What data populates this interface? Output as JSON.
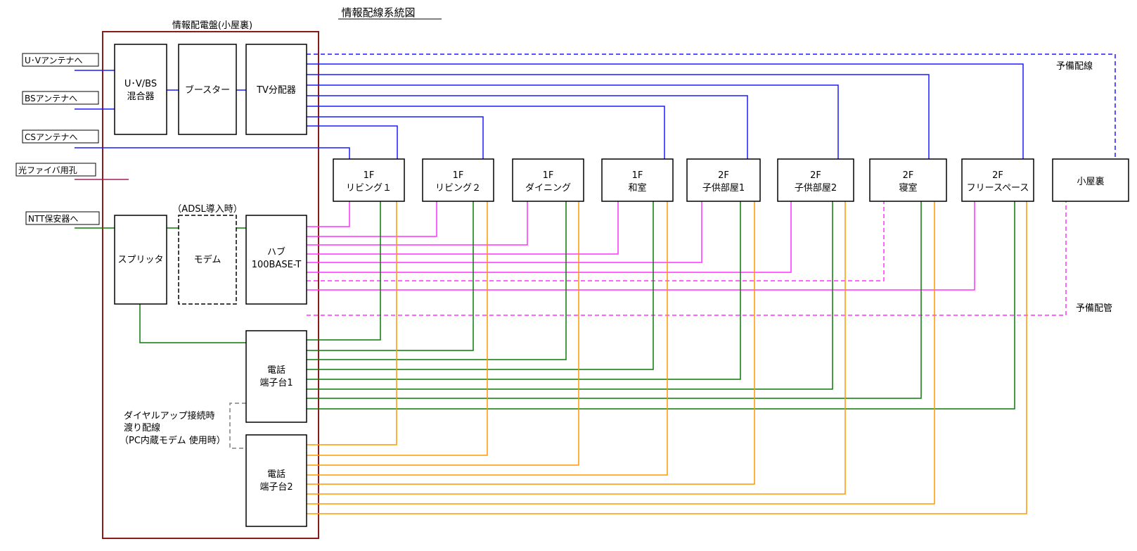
{
  "title": "情報配線系統図",
  "panel_title": "情報配電盤(小屋裏)",
  "colors": {
    "tv": "#1a1aff",
    "lan": "#ff33ff",
    "phone1": "#0a7a0a",
    "phone2": "#ff9900",
    "panel": "#8b1a1a",
    "dash_gray": "#808080"
  },
  "external_labels": {
    "uv_antenna": "U･Vアンテナへ",
    "bs_antenna": "BSアンテナへ",
    "cs_antenna": "CSアンテナへ",
    "fiber_hole": "光ファイバ用孔",
    "ntt": "NTT保安器へ"
  },
  "devices": {
    "mixer": [
      "U･V/BS",
      "混合器"
    ],
    "booster": [
      "ブースター"
    ],
    "tv_splitter": [
      "TV分配器"
    ],
    "splitter": [
      "スプリッタ"
    ],
    "modem": [
      "モデム"
    ],
    "modem_note": "（ADSL導入時）",
    "hub": [
      "ハブ",
      "100BASE-T"
    ],
    "phone1": [
      "電話",
      "端子台1"
    ],
    "phone2": [
      "電話",
      "端子台2"
    ]
  },
  "rooms": [
    {
      "floor": "1F",
      "name": "リビング１"
    },
    {
      "floor": "1F",
      "name": "リビング２"
    },
    {
      "floor": "1F",
      "name": "ダイニング"
    },
    {
      "floor": "1F",
      "name": "和室"
    },
    {
      "floor": "2F",
      "name": "子供部屋1"
    },
    {
      "floor": "2F",
      "name": "子供部屋2"
    },
    {
      "floor": "2F",
      "name": "寝室"
    },
    {
      "floor": "2F",
      "name": "フリースペース"
    },
    {
      "floor": "",
      "name": "小屋裏"
    }
  ],
  "notes": {
    "spare_wiring": "予備配線",
    "spare_conduit": "予備配管",
    "dialup_lines": [
      "ダイヤルアップ接続時",
      "渡り配線",
      "（PC内蔵モデム 使用時）"
    ]
  }
}
